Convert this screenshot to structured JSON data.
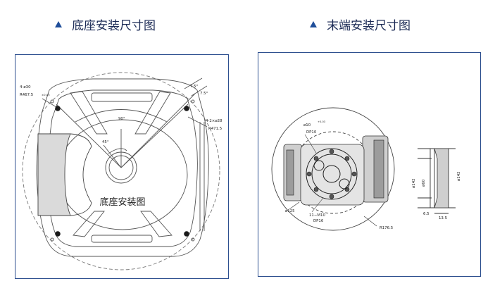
{
  "left_panel": {
    "title": "底座安装尺寸图",
    "drawing": {
      "label_4_d30": "4-ø30",
      "label_r467": "R467.5",
      "label_r467_tol": "±0.05",
      "label_4_2_d28": "4-2×ø28",
      "label_r471": "R471.5",
      "label_7_5_a": "7.5°",
      "label_7_5_b": "7.5°",
      "label_90": "90°",
      "label_45": "45°",
      "center_text": "底座安装图"
    }
  },
  "right_panel": {
    "title": "末端安装尺寸图",
    "drawing": {
      "label_d10": "ø10",
      "label_d10_tol": "+0.03",
      "label_dp10": "DP10",
      "label_d125": "ø125",
      "label_11m10": "11−M10",
      "label_dp16": "DP16",
      "label_r176": "R176.5",
      "label_d142": "ø142",
      "label_d142_side": "ø142",
      "label_d60": "ø60",
      "label_6_5": "6.5",
      "label_13_5": "13.5"
    }
  }
}
